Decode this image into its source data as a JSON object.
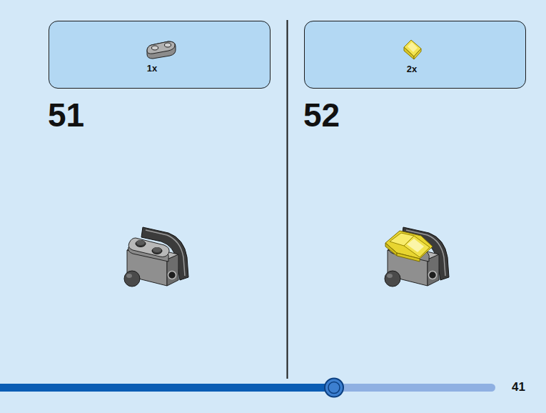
{
  "diagram": {
    "nodes": [
      {
        "text": [
          "1x"
        ]
      },
      {
        "text": [
          "2x"
        ]
      }
    ],
    "labels": [
      "51",
      "52",
      "41"
    ]
  }
}
